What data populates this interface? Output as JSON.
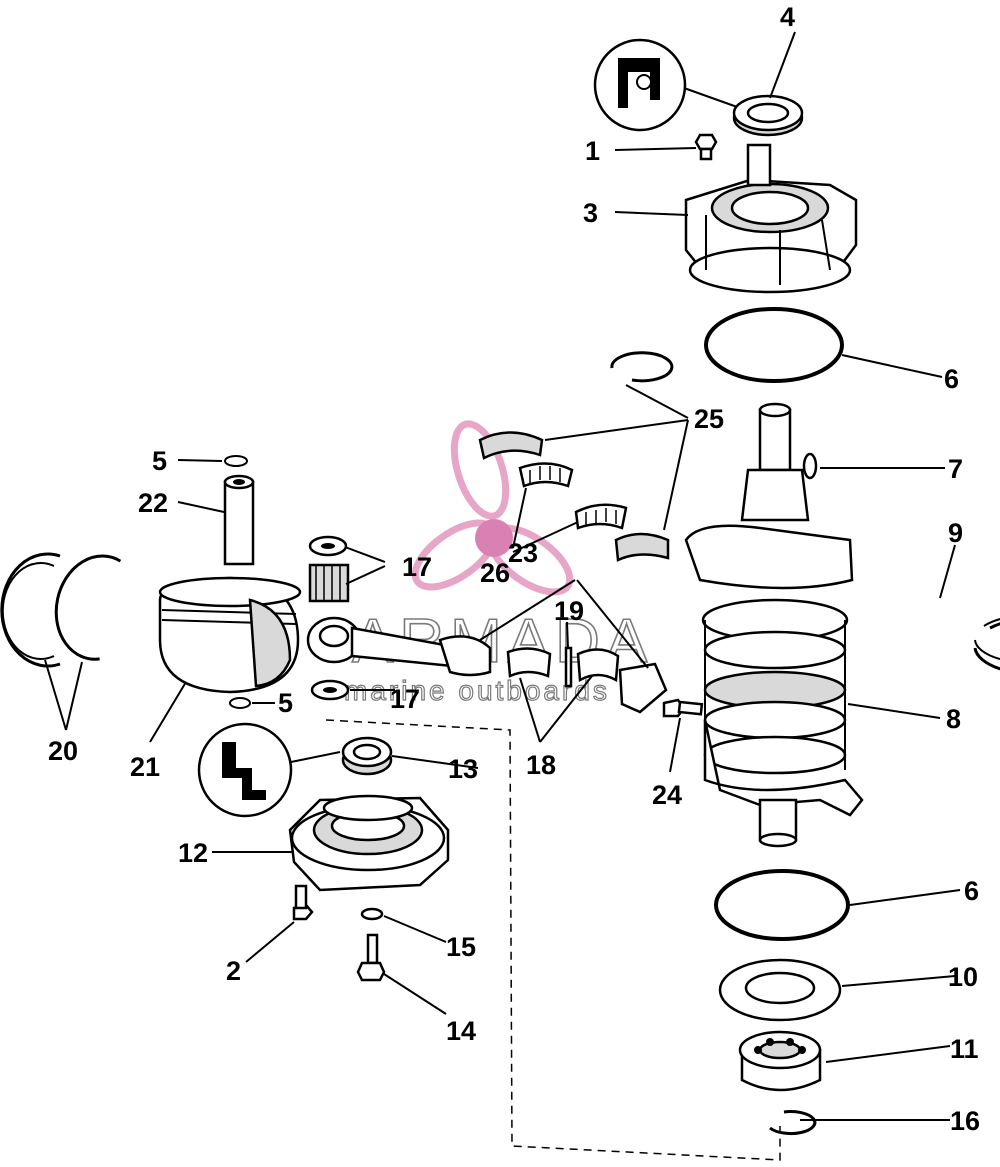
{
  "watermark": {
    "brand": "ARMADA",
    "tagline": "marine outboards",
    "logo_color": "#e7a6c8",
    "logo_center_color": "#d981b3"
  },
  "callouts": {
    "c1": "1",
    "c2": "2",
    "c3": "3",
    "c4": "4",
    "c5a": "5",
    "c5b": "5",
    "c6a": "6",
    "c6b": "6",
    "c7": "7",
    "c8": "8",
    "c9": "9",
    "c10": "10",
    "c11": "11",
    "c12": "12",
    "c13": "13",
    "c14": "14",
    "c15": "15",
    "c16": "16",
    "c17a": "17",
    "c17b": "17",
    "c18": "18",
    "c19": "19",
    "c20": "20",
    "c21": "21",
    "c22": "22",
    "c23": "23",
    "c24": "24",
    "c25": "25",
    "c26": "26"
  }
}
